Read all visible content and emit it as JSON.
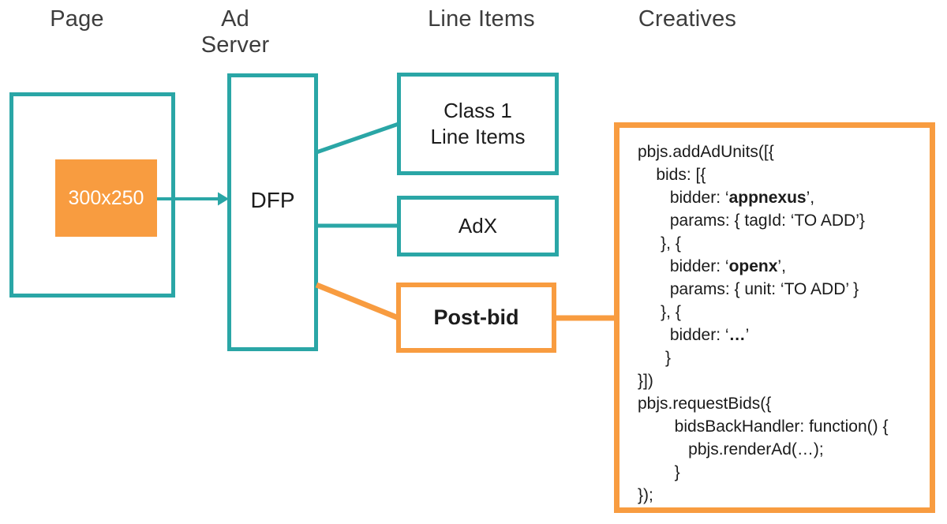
{
  "colors": {
    "teal": "#2aa6a6",
    "orange": "#f89c40",
    "header_text": "#3d3d3d"
  },
  "headers": {
    "page": "Page",
    "ad_server": "Ad Server",
    "line_items": "Line Items",
    "creatives": "Creatives"
  },
  "page": {
    "ad_slot_label": "300x250"
  },
  "ad_server": {
    "dfp_label": "DFP"
  },
  "line_items": {
    "class1_line1": "Class 1",
    "class1_line2": "Line Items",
    "adx_label": "AdX",
    "postbid_label": "Post-bid"
  },
  "creatives": {
    "code_lines": [
      [
        {
          "t": "pbjs.addAdUnits([{"
        }
      ],
      [
        {
          "t": "    bids: [{"
        }
      ],
      [
        {
          "t": "       bidder: ‘"
        },
        {
          "t": "appnexus",
          "b": true
        },
        {
          "t": "’,"
        }
      ],
      [
        {
          "t": "       params: { tagId: ‘TO ADD’}"
        }
      ],
      [
        {
          "t": "     }, {"
        }
      ],
      [
        {
          "t": "       bidder: ‘"
        },
        {
          "t": "openx",
          "b": true
        },
        {
          "t": "’,"
        }
      ],
      [
        {
          "t": "       params: { unit: ‘TO ADD’ }"
        }
      ],
      [
        {
          "t": "     }, {"
        }
      ],
      [
        {
          "t": "       bidder: ‘"
        },
        {
          "t": "…",
          "b": true
        },
        {
          "t": "’"
        }
      ],
      [
        {
          "t": "      }"
        }
      ],
      [
        {
          "t": "}])"
        }
      ],
      [
        {
          "t": "pbjs.requestBids({"
        }
      ],
      [
        {
          "t": "        bidsBackHandler: function() {"
        }
      ],
      [
        {
          "t": "           pbjs.renderAd(…);"
        }
      ],
      [
        {
          "t": "        }"
        }
      ],
      [
        {
          "t": "});"
        }
      ]
    ]
  }
}
